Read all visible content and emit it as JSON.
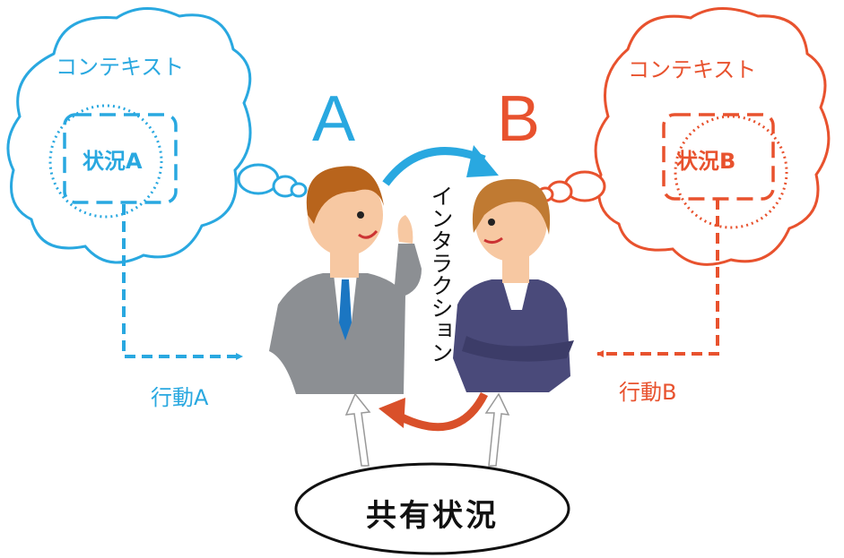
{
  "colors": {
    "person_a": "#29a8e0",
    "person_b": "#e8522e"
  },
  "person_a": {
    "context": "コンテキスト",
    "situation": "状況A",
    "letter": "A",
    "action": "行動A"
  },
  "person_b": {
    "context": "コンテキスト",
    "situation": "状況B",
    "letter": "B",
    "action": "行動B"
  },
  "interaction": "インタラクション",
  "shared_situation": "共有状況"
}
